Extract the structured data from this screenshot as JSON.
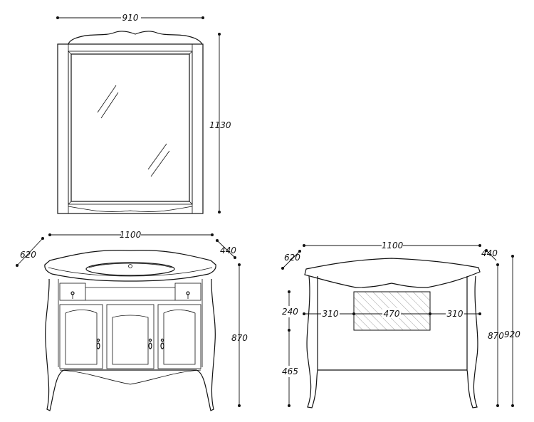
{
  "mirror": {
    "width": "910",
    "height": "1130"
  },
  "cabinet_front": {
    "width": "1100",
    "depth_left": "620",
    "depth_right": "440",
    "height": "870"
  },
  "cabinet_back": {
    "width": "1100",
    "depth_left": "620",
    "depth_right": "440",
    "height_inner": "870",
    "height_total": "920",
    "seg_left": "310",
    "seg_mid": "470",
    "seg_right": "310",
    "upper_height": "240",
    "lower_height": "465"
  }
}
